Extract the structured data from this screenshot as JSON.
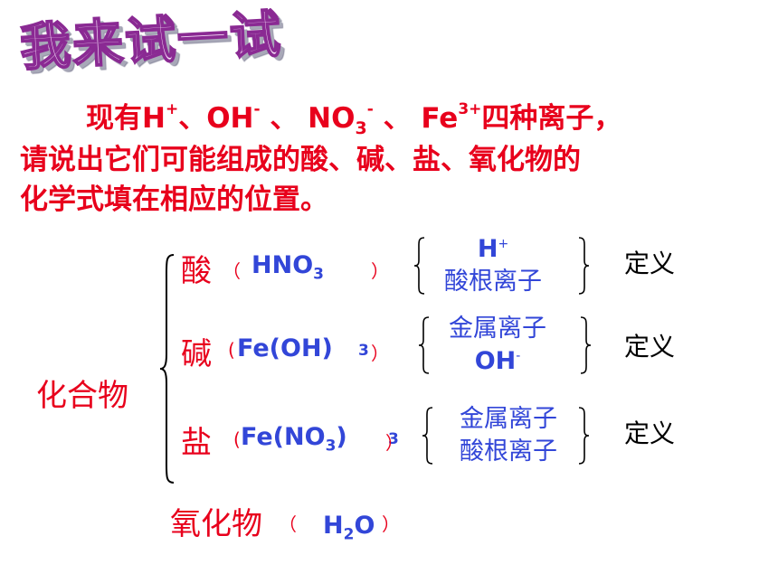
{
  "title": "我来试一试",
  "question": {
    "line1_indent": "现有",
    "ion_h": "H",
    "ion_h_charge": "+",
    "sep1": "、",
    "ion_oh": "OH",
    "ion_oh_charge": "-",
    "sep2": " 、 ",
    "ion_no3": "NO",
    "ion_no3_sub": "3",
    "ion_no3_charge": "-",
    "sep3": " 、 ",
    "ion_fe": "Fe",
    "ion_fe_charge": "3+",
    "line1_tail": "四种离子，",
    "line2": "请说出它们可能组成的酸、碱、盐、氧化物的",
    "line3": "化学式填在相应的位置。"
  },
  "category": "化合物",
  "rows": {
    "acid": {
      "label": "酸",
      "open": "（",
      "close": "）",
      "formula_main": "HNO",
      "formula_sub": "3",
      "comp_top": "H",
      "comp_top_charge": "+",
      "comp_bottom": "酸根离子",
      "definition": "定义"
    },
    "base": {
      "label": "碱",
      "open": "(",
      "close": "）",
      "formula_main": "Fe(OH)",
      "formula_sub": "3",
      "comp_top": "金属离子",
      "comp_bottom": "OH",
      "comp_bottom_charge": "-",
      "definition": "定义"
    },
    "salt": {
      "label": "盐",
      "open": "(",
      "close": "）",
      "formula_pre": "Fe(NO",
      "formula_inner_sub": "3",
      "formula_post": ")",
      "formula_sub": "3",
      "comp_top": "金属离子",
      "comp_bottom": "酸根离子",
      "definition": "定义"
    },
    "oxide": {
      "label": "氧化物",
      "open": "（",
      "close": "）",
      "formula_h": "H",
      "formula_sub": "2",
      "formula_o": "O"
    }
  },
  "colors": {
    "question_text": "#e8001c",
    "formula_text": "#3246d8",
    "title_fill": "#f4dcf6",
    "title_outline": "#8a2a93"
  }
}
